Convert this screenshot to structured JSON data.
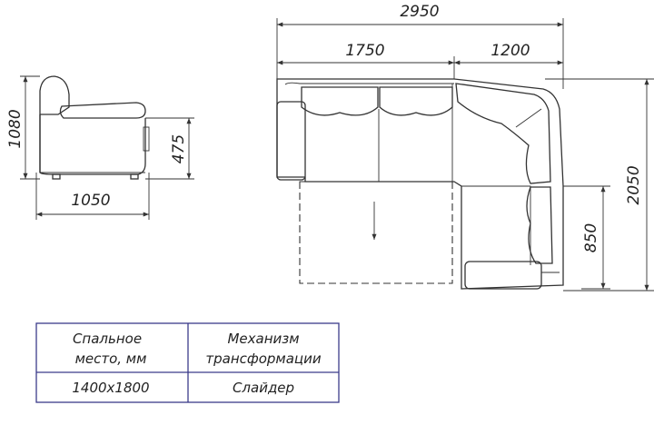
{
  "dimensions": {
    "total_width": "2950",
    "left_section": "1750",
    "right_section": "1200",
    "total_depth": "2050",
    "corner_depth": "850",
    "side_height": "1080",
    "side_depth": "1050",
    "seat_height": "475"
  },
  "spec_table": {
    "header_sleeping": "Спальное место, мм",
    "header_sleeping_line1": "Спальное",
    "header_sleeping_line2": "место, мм",
    "header_mechanism_line1": "Механизм",
    "header_mechanism_line2": "трансформации",
    "value_sleeping": "1400х1800",
    "value_mechanism": "Слайдер"
  }
}
